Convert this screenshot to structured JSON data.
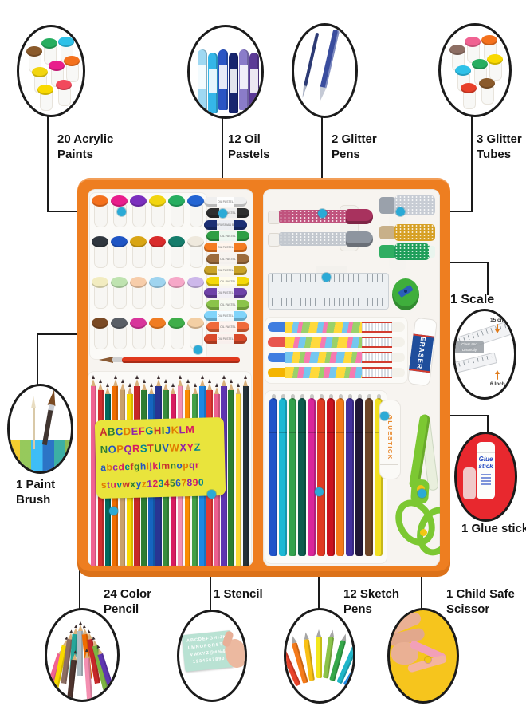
{
  "callouts": [
    {
      "id": "acrylic-paints",
      "line1": "20 Acrylic",
      "line2": "Paints"
    },
    {
      "id": "oil-pastels",
      "line1": "12 Oil",
      "line2": "Pastels"
    },
    {
      "id": "glitter-pens",
      "line1": "2 Glitter",
      "line2": "Pens"
    },
    {
      "id": "glitter-tubes",
      "line1": "3 Glitter",
      "line2": "Tubes"
    },
    {
      "id": "scale",
      "line1": "1 Scale",
      "line2": ""
    },
    {
      "id": "paint-brush",
      "line1": "1 Paint",
      "line2": "Brush"
    },
    {
      "id": "glue-stick",
      "line1": "1 Glue stick",
      "line2": ""
    },
    {
      "id": "color-pencil",
      "line1": "24 Color",
      "line2": "Pencil"
    },
    {
      "id": "stencil",
      "line1": "1 Stencil",
      "line2": ""
    },
    {
      "id": "sketch-pens",
      "line1": "12 Sketch",
      "line2": "Pens"
    },
    {
      "id": "child-safe-scissor",
      "line1": "1 Child Safe",
      "line2": "Scissor"
    }
  ],
  "case": {
    "eraser_label": "ERASER",
    "gluestick_label": "GLUESTICK",
    "oil_pastel_wrapper_text": "OIL PASTEL",
    "prussian_blue_wrapper_text": "PRUSSIAN BLUE",
    "stencil_rows": [
      "ABCDEFGHIJKLM",
      "NOPQRSTUVWXYZ",
      "abcdefghijklmnopqr",
      "stuvwxyz1234567890"
    ],
    "paint_pot_colors": [
      "#f4711d",
      "#e91e8c",
      "#7b2fbe",
      "#f2d50f",
      "#27ae60",
      "#2465d3",
      "#30373f",
      "#1f55c4",
      "#d9a514",
      "#d92b2b",
      "#167d6b",
      "#efe9dd",
      "#f2ecc0",
      "#bfe3b0",
      "#f7cdaa",
      "#9fd4ef",
      "#f6a8c8",
      "#cdb8ea",
      "#7a4a24",
      "#5a5f66",
      "#d8359b",
      "#f07c22",
      "#3fae49",
      "#f3cfa4"
    ],
    "oil_pastel_colors": [
      "#efefef",
      "#2e2e2e",
      "#1c2f74",
      "#2f9e44",
      "#f47b20",
      "#9c6b3c",
      "#c9a227",
      "#f5d90a",
      "#6f42a8",
      "#8bc34a",
      "#81d4fa",
      "#ef6a3a",
      "#d94a2a"
    ],
    "pencil_colors": [
      "#f06292",
      "#d32f2f",
      "#00695c",
      "#ef6c00",
      "#c8a06a",
      "#f9d900",
      "#c62828",
      "#2e7d32",
      "#1565c0",
      "#283593",
      "#388e3c",
      "#d81b60",
      "#f48fb1",
      "#fb8c00",
      "#43a047",
      "#1e88e5",
      "#e53935",
      "#ec6090",
      "#5e35b1",
      "#2e7d32",
      "#fdd835",
      "#263238"
    ],
    "sketch_pen_colors": [
      "#2053c9",
      "#1cb8d4",
      "#33a24c",
      "#0d5c4e",
      "#d9269a",
      "#e03a22",
      "#c9121f",
      "#f47a1a",
      "#43309e",
      "#201735",
      "#6d4527",
      "#f2e020"
    ]
  },
  "scale_circle": {
    "cm_label": "15 cm.",
    "inch_label": "6 Inch",
    "note_line1": "Clear and Distinctly",
    "note_line2": "Visible Marking"
  },
  "glue_circle": {
    "brand_line1": "Glue",
    "brand_line2": "stick"
  },
  "stencil_circle": {
    "rows": [
      "ABCDEFGHIJK",
      "LMNOPQRSTU",
      "VWXYZ@#%&",
      "1234567890"
    ]
  },
  "circle_art": {
    "paint_pot_colors": [
      "#8a5a2b",
      "#27ae60",
      "#2fc1e8",
      "#f2d50f",
      "#e91e8c",
      "#f4711d",
      "#f9d900",
      "#f2495c"
    ],
    "glitter_tube_pot_colors": [
      "#8d6e63",
      "#f06292",
      "#f4711d",
      "#2fc1e8",
      "#27ae60",
      "#f9d900",
      "#e8402a",
      "#8a5a2b"
    ],
    "pastel_colors": [
      "#9fd8f2",
      "#35b6e8",
      "#2a55c4",
      "#17256e",
      "#8a7cc9",
      "#5b3a96"
    ],
    "pencil_colors": [
      "#f06292",
      "#f9d900",
      "#8d6e63",
      "#26a69a",
      "#b0bec5",
      "#ef6c00",
      "#c62828",
      "#7cb342",
      "#5e35b1",
      "#4e342e",
      "#f48fb1"
    ],
    "sketch_pen_colors": [
      "#d41f1f",
      "#e8432a",
      "#f47a1a",
      "#f9c015",
      "#f2e71c",
      "#8bc34a",
      "#35a84a",
      "#1fb6c9",
      "#1e88e5"
    ],
    "stencil_letter_colors": [
      "#c62f2f",
      "#2e7d32",
      "#1f55c4",
      "#e07b00",
      "#8e24aa",
      "#d81b60",
      "#00838f"
    ]
  },
  "ui_colors": {
    "case_orange": "#ee7e20",
    "marker_dot": "#2baad6",
    "connector_line": "#1a1a1a",
    "glue_circle_bg": "#e8282e",
    "scissor_circle_bg": "#f6c51d",
    "stencil_yellow": "#e9e43c",
    "scissors_green": "#7cc832",
    "eraser_band_blue": "#1f4e9c",
    "gluestick_text_orange": "#e8872a"
  }
}
